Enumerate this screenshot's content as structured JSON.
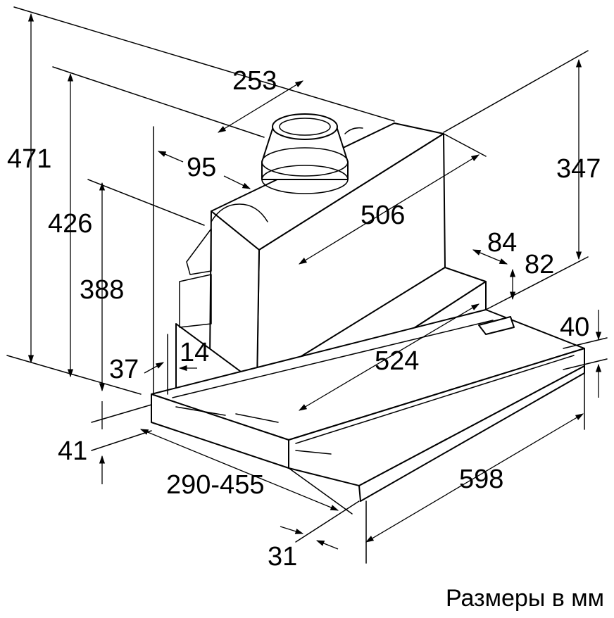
{
  "dimensions": {
    "d471": "471",
    "d426": "426",
    "d388": "388",
    "d253": "253",
    "d95": "95",
    "d506": "506",
    "d347": "347",
    "d84": "84",
    "d82": "82",
    "d40": "40",
    "d14": "14",
    "d37": "37",
    "d524": "524",
    "d41": "41",
    "d290_455": "290-455",
    "d598": "598",
    "d31": "31"
  },
  "caption": "Размеры в мм"
}
